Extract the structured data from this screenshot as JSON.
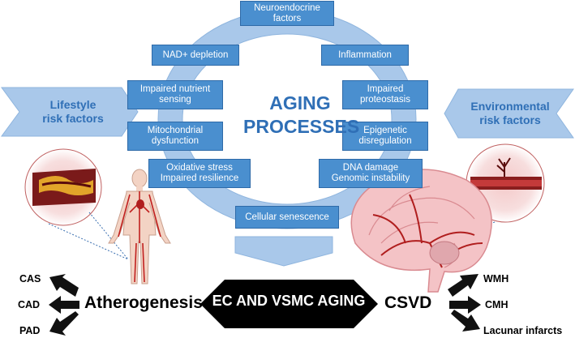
{
  "center_title": "AGING\nPROCESSES",
  "cycle_boxes": {
    "neuroendocrine": "Neuroendocrine\nfactors",
    "nad": "NAD+ depletion",
    "inflammation": "Inflammation",
    "nutrient": "Impaired nutrient\nsensing",
    "proteostasis": "Impaired\nproteostasis",
    "mitochondrial": "Mitochondrial\ndysfunction",
    "epigenetic": "Epigenetic\ndisregulation",
    "oxidative": "Oxidative stress\nImpaired resilience",
    "dna": "DNA damage\nGenomic instability",
    "senescence": "Cellular senescence"
  },
  "left_input": "Lifestyle\nrisk factors",
  "right_input": "Environmental\nrisk factors",
  "banner": "EC AND VSMC AGING",
  "left_outcome": "Atherogenesis",
  "right_outcome": "CSVD",
  "left_targets": [
    "CAS",
    "CAD",
    "PAD"
  ],
  "right_targets": [
    "WMH",
    "CMH",
    "Lacunar infarcts"
  ],
  "colors": {
    "ring": "#a9c8ea",
    "box": "#4a8fcf",
    "title": "#2f6fb6",
    "banner": "#000000",
    "vessel": "#b01e1e"
  },
  "icons": {
    "body": "human-vasculature-icon",
    "brain": "brain-vasculature-icon",
    "artery_left": "atherosclerotic-artery-icon",
    "artery_right": "small-vessel-lesion-icon"
  }
}
